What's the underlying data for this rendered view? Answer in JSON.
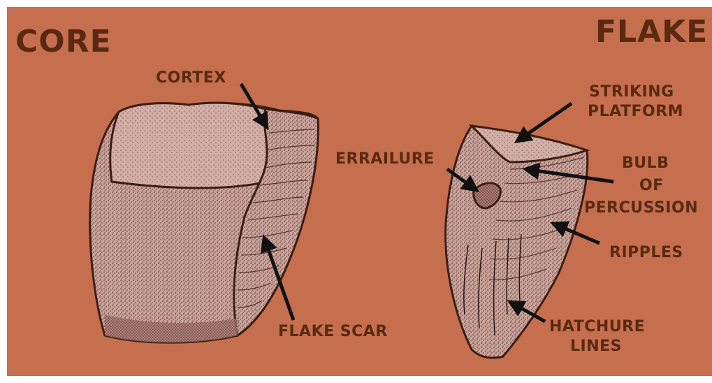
{
  "titles": {
    "core": "CORE",
    "flake": "FLAKE"
  },
  "labels": {
    "cortex": "CORTEX",
    "flake_scar": "FLAKE SCAR",
    "striking_platform_1": "STRIKING",
    "striking_platform_2": "PLATFORM",
    "errailure": "ERRAILURE",
    "bulb_1": "BULB",
    "bulb_2": "OF",
    "bulb_3": "PERCUSSION",
    "ripples": "RIPPLES",
    "hatchure_1": "HATCHURE",
    "hatchure_2": "LINES"
  },
  "colors": {
    "background": "#c66f4f",
    "text": "#5a2a10",
    "stone": "#c9a39a",
    "stone_dark": "#8a5a52",
    "arrow": "#111111"
  }
}
